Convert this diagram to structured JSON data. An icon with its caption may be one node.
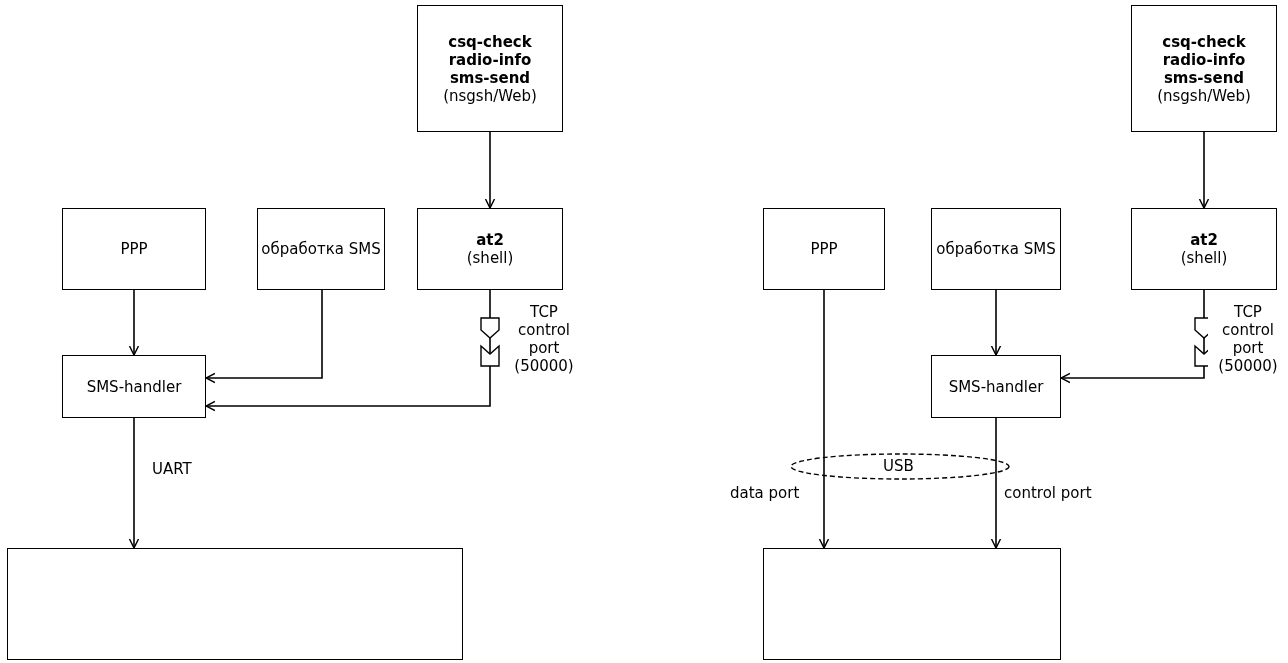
{
  "diagram": {
    "nodes": [
      {
        "text": [
          "csq-check",
          "radio-info",
          "sms-send",
          "(nsgsh/Web)"
        ]
      },
      {
        "text": [
          "PPP"
        ]
      },
      {
        "text": [
          "обработка SMS"
        ]
      },
      {
        "text": [
          "at2",
          "(shell)"
        ]
      },
      {
        "text": [
          "SMS-handler"
        ]
      },
      {
        "text": [],
        "shape": "box"
      },
      {
        "text": [
          "csq-check",
          "radio-info",
          "sms-send",
          "(nsgsh/Web)"
        ]
      },
      {
        "text": [
          "PPP"
        ]
      },
      {
        "text": [
          "обработка SMS"
        ]
      },
      {
        "text": [
          "at2",
          "(shell)"
        ]
      },
      {
        "text": [
          "SMS-handler"
        ]
      },
      {
        "text": [],
        "shape": "box"
      }
    ],
    "edges": [
      {
        "from": 0,
        "to": 3,
        "arrow": "to"
      },
      {
        "from": 1,
        "to": 4,
        "arrow": "to"
      },
      {
        "from": 2,
        "to": 4,
        "arrow": "to"
      },
      {
        "from": 3,
        "to": 4,
        "arrow": "to",
        "label": "TCP control port (50000)"
      },
      {
        "from": 4,
        "to": 5,
        "arrow": "to",
        "label": "UART"
      },
      {
        "from": 6,
        "to": 9,
        "arrow": "to"
      },
      {
        "from": 8,
        "to": 10,
        "arrow": "to"
      },
      {
        "from": 9,
        "to": 10,
        "arrow": "to",
        "label": "TCP control port (50000)"
      },
      {
        "from": 7,
        "to": 11,
        "arrow": "to",
        "label": "data port"
      },
      {
        "from": 10,
        "to": 11,
        "arrow": "to",
        "label": "control port"
      }
    ],
    "labels": [
      "USB"
    ]
  }
}
